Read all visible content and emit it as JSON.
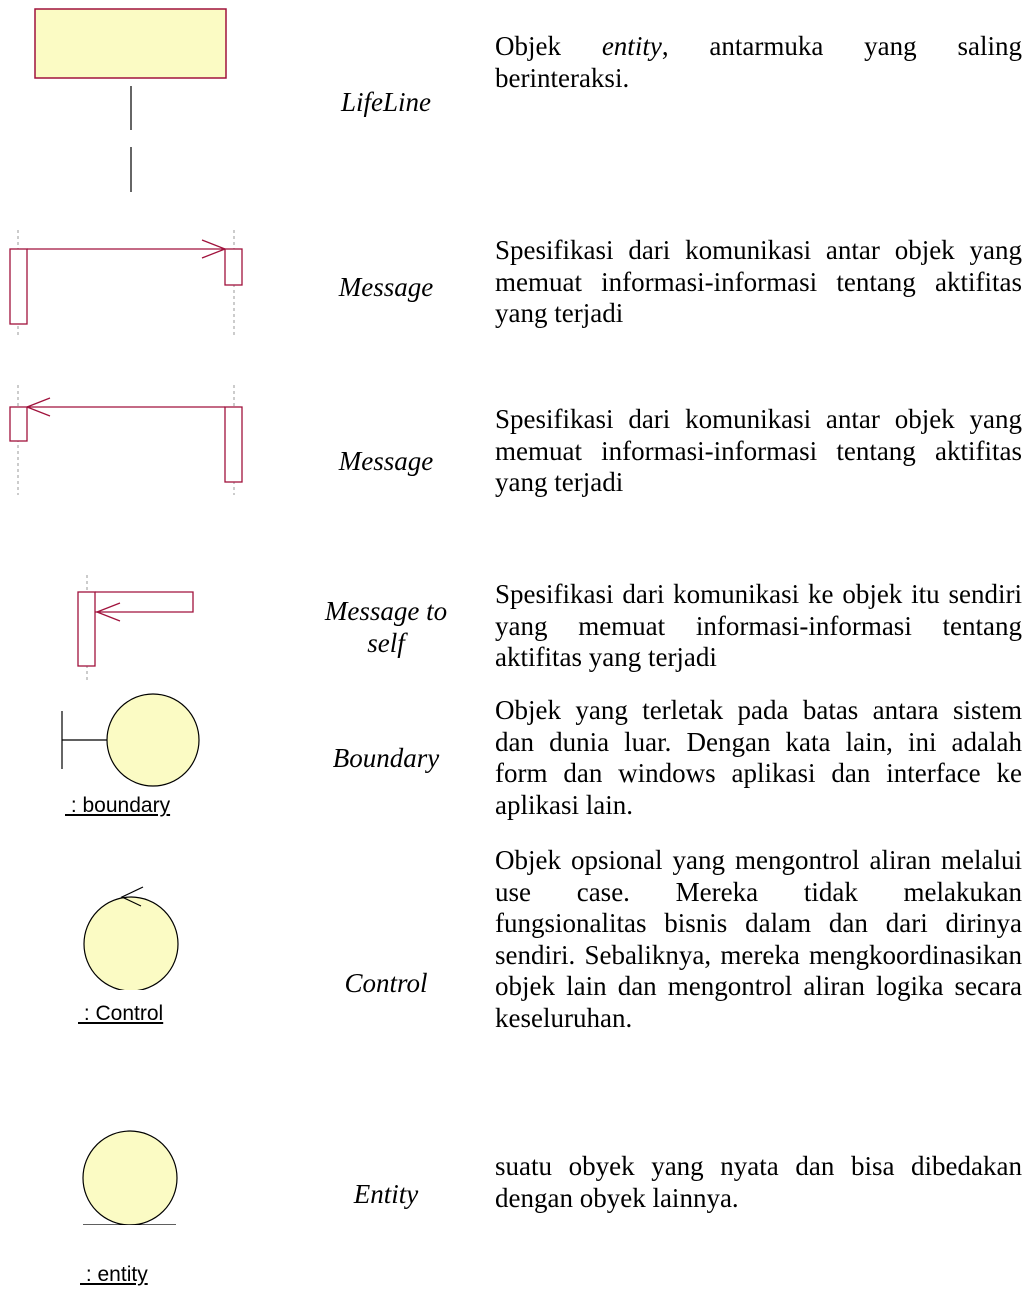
{
  "rows": [
    {
      "name": "LifeLine",
      "desc_parts": [
        "Objek ",
        "entity",
        ", antarmuka yang saling berinteraksi."
      ]
    },
    {
      "name": "Message",
      "desc": "Spesifikasi dari komunikasi antar objek yang memuat informasi-informasi tentang aktifitas yang terjadi"
    },
    {
      "name": "Message",
      "desc": "Spesifikasi dari komunikasi antar objek yang memuat informasi-informasi tentang aktifitas yang terjadi"
    },
    {
      "name_line1": "Message to",
      "name_line2": "self",
      "desc": "Spesifikasi dari komunikasi ke objek itu sendiri yang memuat informasi-informasi tentang aktifitas yang terjadi"
    },
    {
      "name": "Boundary",
      "desc": "Objek yang terletak pada batas antara sistem dan dunia luar. Dengan kata lain, ini adalah form dan windows aplikasi dan interface ke aplikasi lain.",
      "caption": " : boundary"
    },
    {
      "name": "Control",
      "desc": "Objek opsional yang mengontrol aliran melalui use case. Mereka tidak melakukan fungsionalitas bisnis dalam dan dari dirinya sendiri. Sebaliknya, mereka mengkoordinasikan objek lain dan mengontrol aliran logika secara keseluruhan.",
      "caption": " : Control"
    },
    {
      "name": "Entity",
      "desc": "suatu obyek yang nyata dan bisa dibedakan dengan obyek lainnya.",
      "caption": " : entity"
    }
  ],
  "colors": {
    "fill": "#fbfbc4",
    "stroke": "#a0123c",
    "line": "#000000",
    "dashed": "#9a9a9a"
  }
}
